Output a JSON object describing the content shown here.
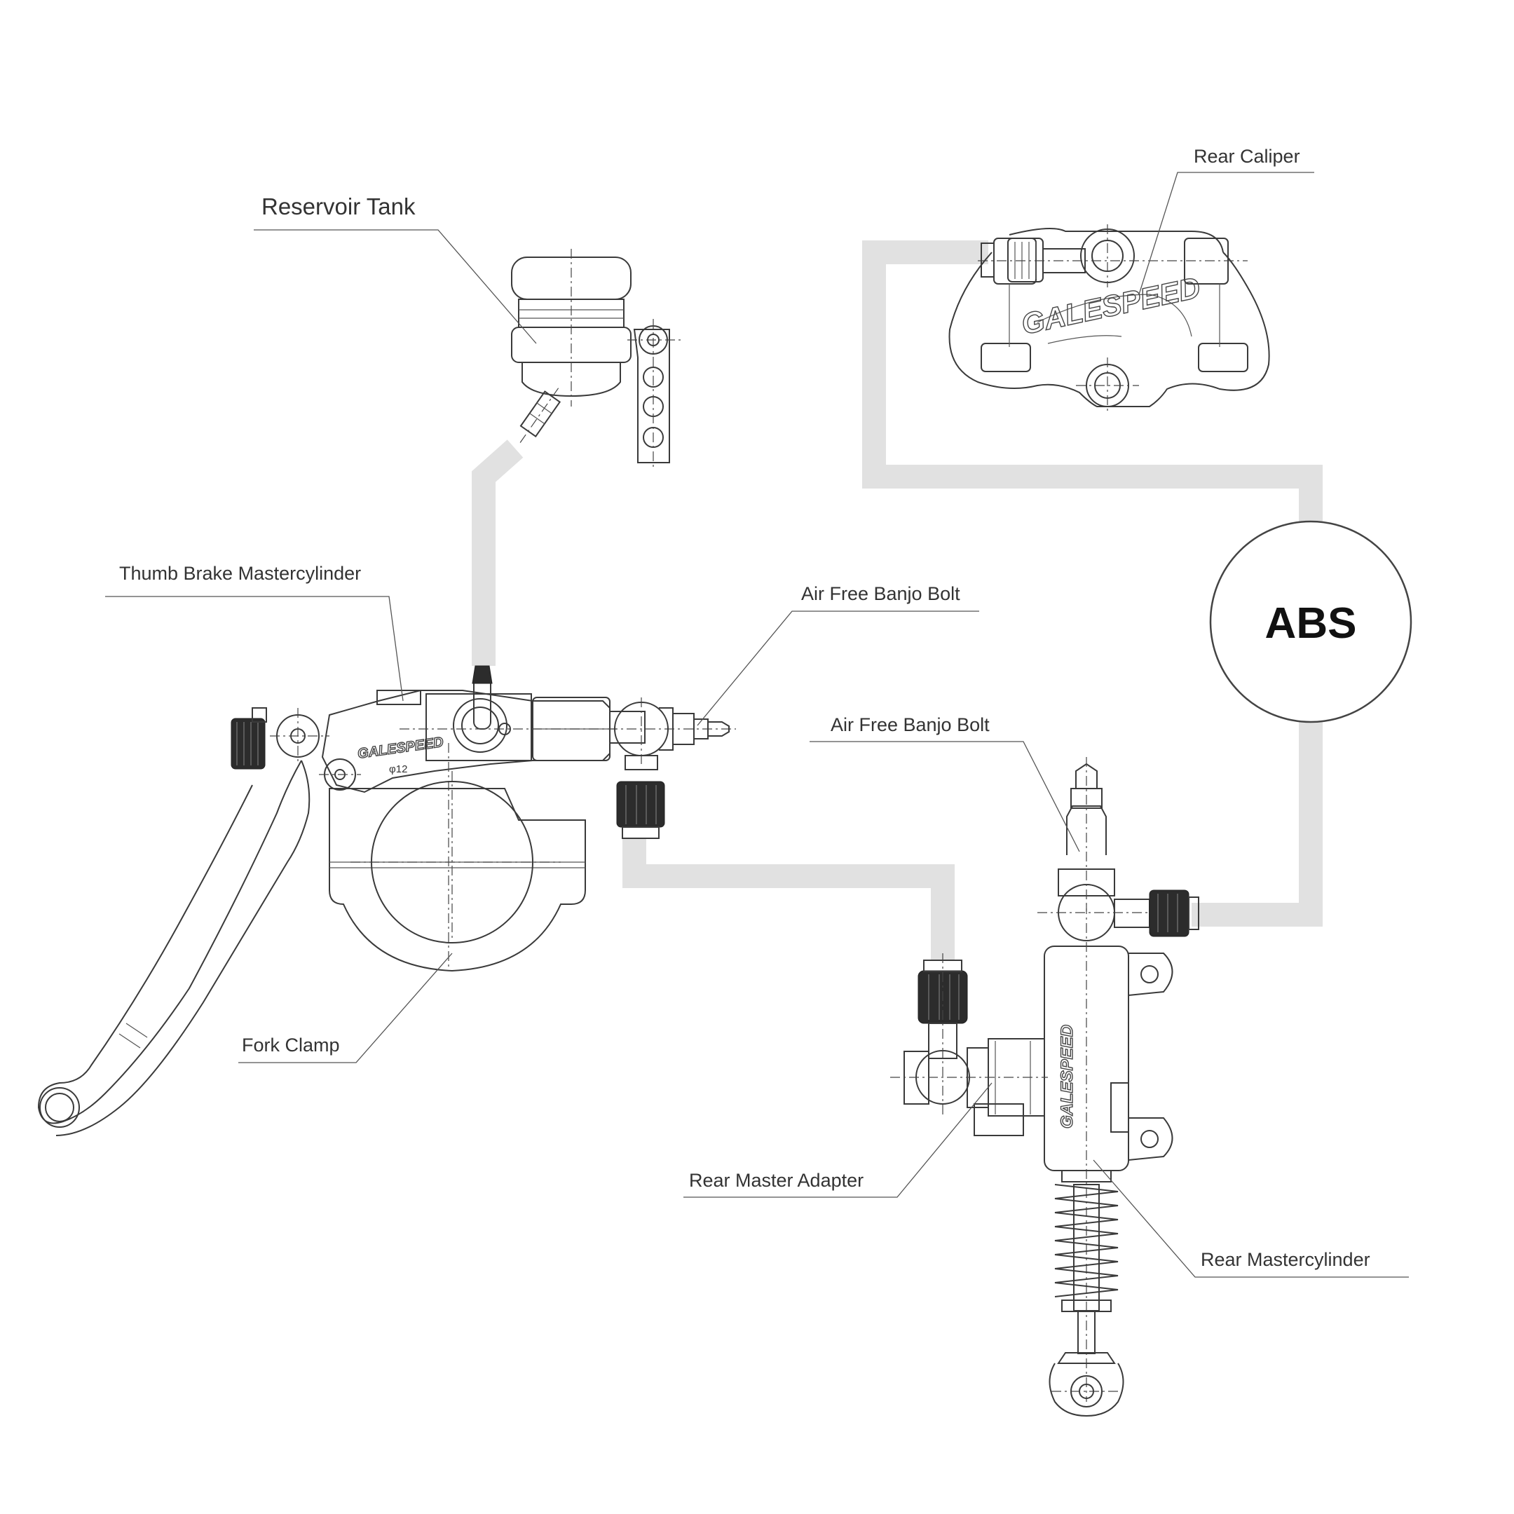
{
  "labels": {
    "reservoir_tank": "Reservoir Tank",
    "rear_caliper": "Rear Caliper",
    "thumb_brake_mastercylinder": "Thumb Brake Mastercylinder",
    "air_free_banjo_bolt_front": "Air Free Banjo Bolt",
    "air_free_banjo_bolt_rear": "Air Free Banjo Bolt",
    "abs": "ABS",
    "fork_clamp": "Fork Clamp",
    "rear_master_adapter": "Rear Master Adapter",
    "rear_mastercylinder": "Rear Mastercylinder"
  },
  "markings": {
    "bore": "φ12"
  },
  "brand_marks": {
    "caliper": "GALESPEED",
    "mastercylinder": "GALESPEED"
  },
  "colors": {
    "hose": "#e1e1e1",
    "line": "#3a3a3a",
    "label": "#333333"
  }
}
